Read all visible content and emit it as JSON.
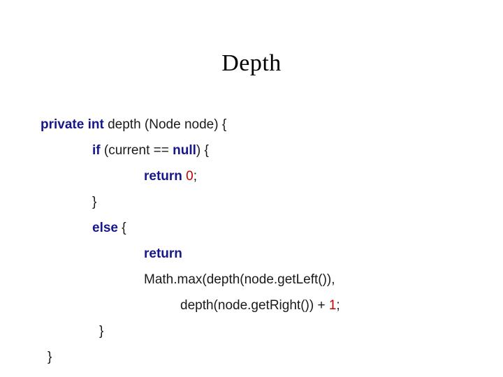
{
  "slide": {
    "title": "Depth",
    "code": {
      "line1": {
        "kw1": "private int",
        "rest": " depth (Node node) {"
      },
      "line2": {
        "kw1": "if",
        "mid": " (current == ",
        "kw2": "null",
        "rest": ") {"
      },
      "line3": {
        "kw1": "return",
        "num": " 0",
        "rest": ";"
      },
      "line4": {
        "text": "}"
      },
      "line5": {
        "kw1": "else",
        "rest": " {"
      },
      "line6": {
        "kw1": "return"
      },
      "line7": {
        "text": "Math.max(depth(node.getLeft()),"
      },
      "line8": {
        "text": "depth(node.getRight()) + ",
        "num": "1",
        "rest": ";"
      },
      "line9": {
        "text": "}"
      },
      "line10": {
        "text": "}"
      }
    }
  }
}
